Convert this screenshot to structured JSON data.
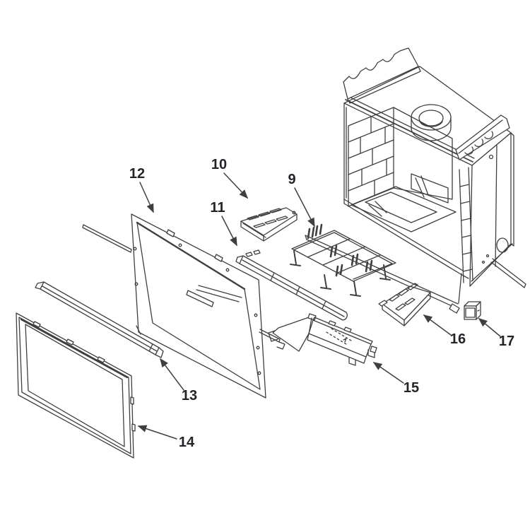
{
  "canvas": {
    "background": "#ffffff",
    "line_color": "#3f3f41",
    "label_color": "#232427"
  },
  "parts": {
    "p9": {
      "label": "9"
    },
    "p10": {
      "label": "10"
    },
    "p11": {
      "label": "11"
    },
    "p12": {
      "label": "12"
    },
    "p13": {
      "label": "13"
    },
    "p14": {
      "label": "14"
    },
    "p15": {
      "label": "15"
    },
    "p16": {
      "label": "16"
    },
    "p17": {
      "label": "17"
    }
  }
}
